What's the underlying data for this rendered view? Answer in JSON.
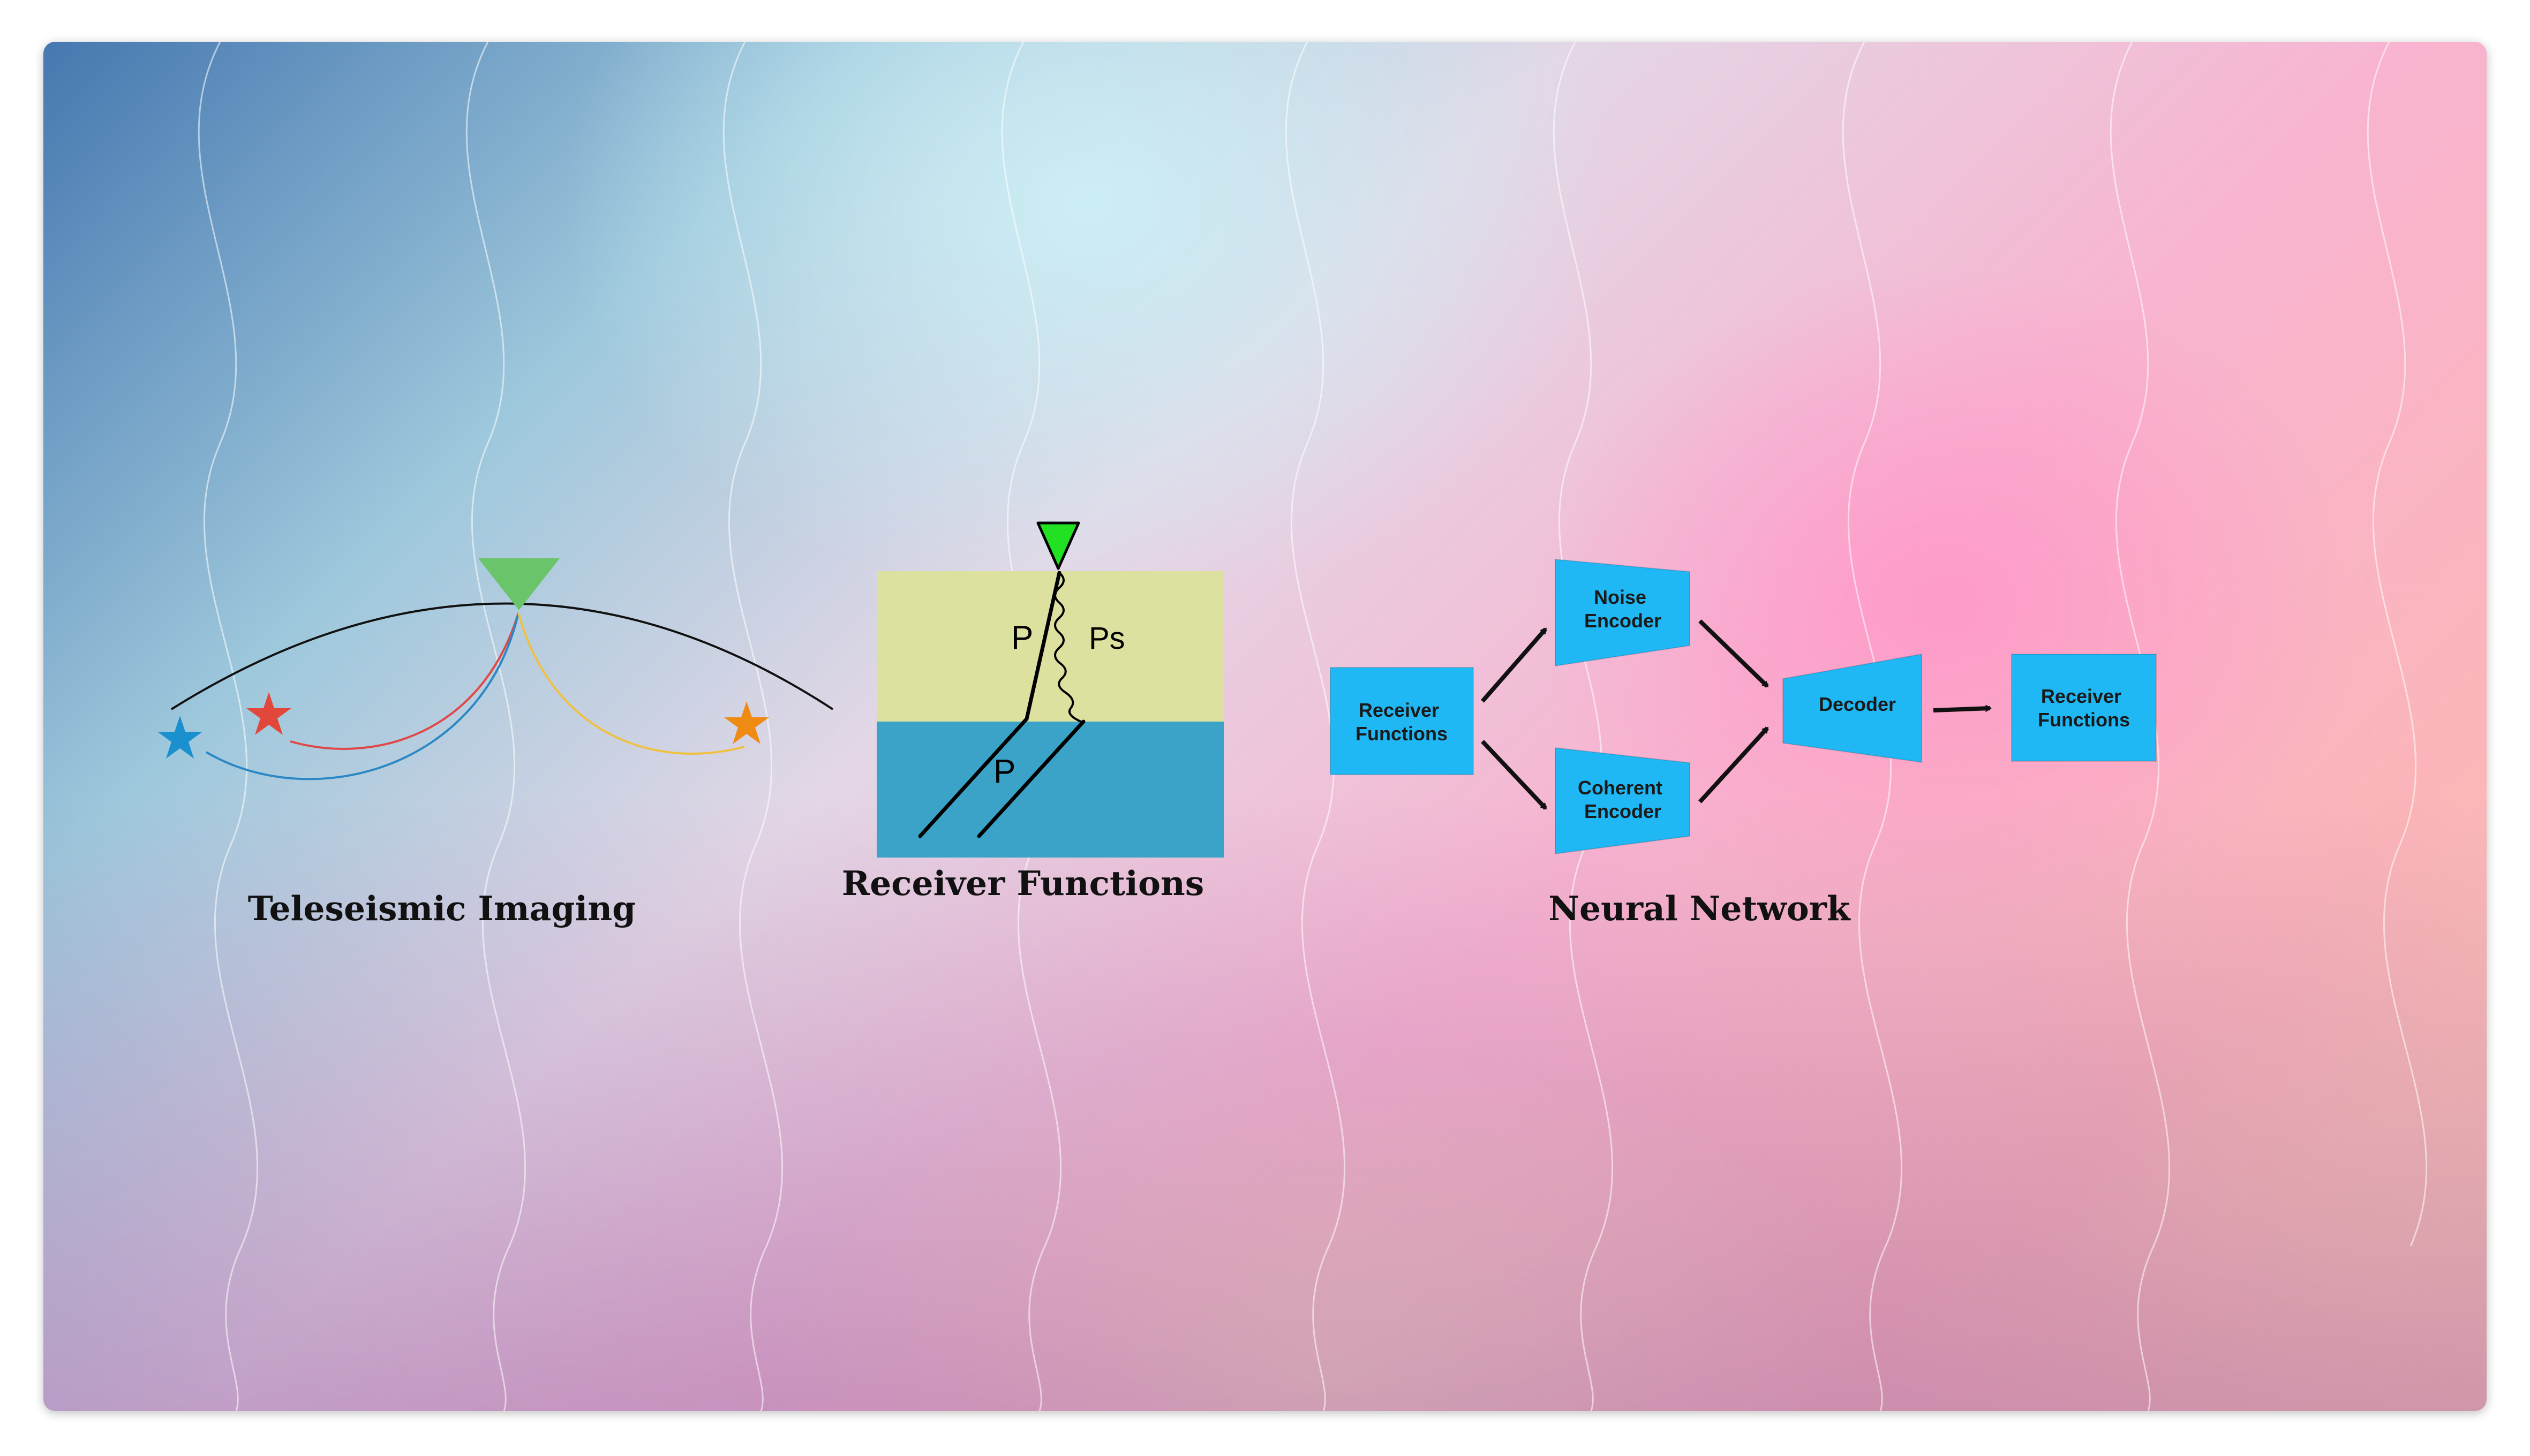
{
  "panels": {
    "teleseismic": {
      "caption": "Teleseismic Imaging",
      "colors": {
        "station": "#6ac46a",
        "ray_red": "#e04848",
        "ray_blue": "#2a88c4",
        "ray_yellow": "#f0c040",
        "star_red": "#e2473b",
        "star_blue": "#1b90cf",
        "star_orange": "#ef8a12",
        "surface": "#111111"
      }
    },
    "receiver_functions": {
      "caption": "Receiver Functions",
      "labels": {
        "p_upper": "P",
        "ps": "Ps",
        "p_lower": "P"
      },
      "colors": {
        "upper_layer": "#dce19f",
        "lower_layer": "#3aa3c7",
        "station": "#22e022",
        "rays": "#000000"
      }
    },
    "neural_network": {
      "caption": "Neural Network",
      "nodes": {
        "input": [
          "Receiver",
          "Functions"
        ],
        "noise_encoder": [
          "Noise",
          "Encoder"
        ],
        "coherent_encoder": [
          "Coherent",
          "Encoder"
        ],
        "decoder": "Decoder",
        "output": [
          "Receiver",
          "Functions"
        ]
      },
      "colors": {
        "block": "#1fb8f5",
        "arrows": "#111111"
      }
    }
  }
}
